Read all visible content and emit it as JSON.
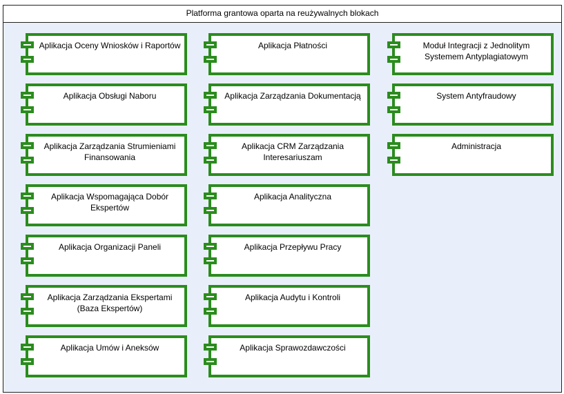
{
  "diagram": {
    "title": "Platforma grantowa oparta na reużywalnych blokach",
    "colors": {
      "component_border": "#2b8c1e",
      "frame_background": "#e8effa"
    },
    "columns": [
      [
        "Aplikacja Oceny Wniosków i Raportów",
        "Aplikacja Obsługi Naboru",
        "Aplikacja Zarządzania Strumieniami Finansowania",
        "Aplikacja Wspomagająca Dobór Ekspertów",
        "Aplikacja Organizacji Paneli",
        "Aplikacja Zarządzania Ekspertami (Baza Ekspertów)",
        "Aplikacja Umów i Aneksów"
      ],
      [
        "Aplikacja Płatności",
        "Aplikacja Zarządzania Dokumentacją",
        "Aplikacja CRM Zarządzania Interesariuszam",
        "Aplikacja Analityczna",
        "Aplikacja Przepływu Pracy",
        "Aplikacja Audytu i Kontroli",
        "Aplikacja Sprawozdawczości"
      ],
      [
        "Moduł Integracji z Jednolitym Systemem Antyplagiatowym",
        "System Antyfraudowy",
        "Administracja"
      ]
    ]
  }
}
